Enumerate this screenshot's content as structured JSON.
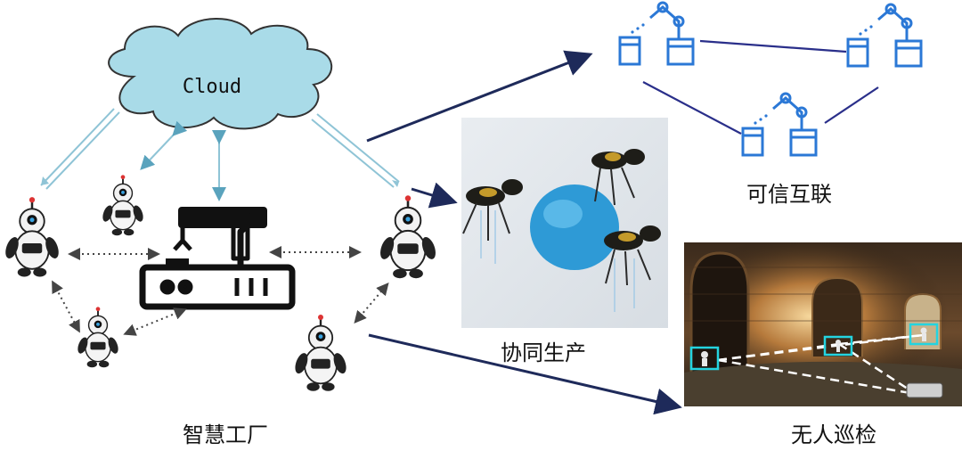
{
  "cloud": {
    "label": "Cloud"
  },
  "captions": {
    "factory": "智慧工厂",
    "collaboration": "协同生产",
    "interconnect": "可信互联",
    "inspection": "无人巡检"
  },
  "colors": {
    "cloud_fill": "#a9dbe8",
    "cloud_stroke": "#333333",
    "cloud_link": "#8fc4d6",
    "arrow": "#1e2a5a",
    "robot_arm": "#2b78d6",
    "link_line": "#2a2f8a"
  }
}
